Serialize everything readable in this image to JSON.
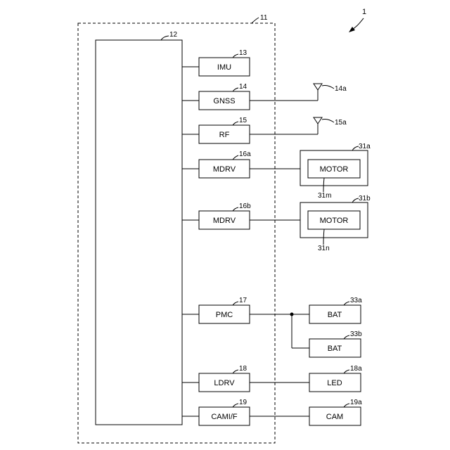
{
  "figure_ref": "1",
  "controller": {
    "ref": "11"
  },
  "processor": {
    "ref": "12"
  },
  "modules": [
    {
      "ref": "13",
      "label": "IMU"
    },
    {
      "ref": "14",
      "label": "GNSS"
    },
    {
      "ref": "15",
      "label": "RF"
    },
    {
      "ref": "16a",
      "label": "MDRV"
    },
    {
      "ref": "16b",
      "label": "MDRV"
    },
    {
      "ref": "17",
      "label": "PMC"
    },
    {
      "ref": "18",
      "label": "LDRV"
    },
    {
      "ref": "19",
      "label": "CAMI/F"
    }
  ],
  "antennas": [
    {
      "ref": "14a"
    },
    {
      "ref": "15a"
    }
  ],
  "motors": [
    {
      "unit_ref": "31a",
      "label": "MOTOR",
      "motor_ref": "31m"
    },
    {
      "unit_ref": "31b",
      "label": "MOTOR",
      "motor_ref": "31n"
    }
  ],
  "batteries": [
    {
      "ref": "33a",
      "label": "BAT"
    },
    {
      "ref": "33b",
      "label": "BAT"
    }
  ],
  "peripherals": [
    {
      "ref": "18a",
      "label": "LED"
    },
    {
      "ref": "19a",
      "label": "CAM"
    }
  ]
}
